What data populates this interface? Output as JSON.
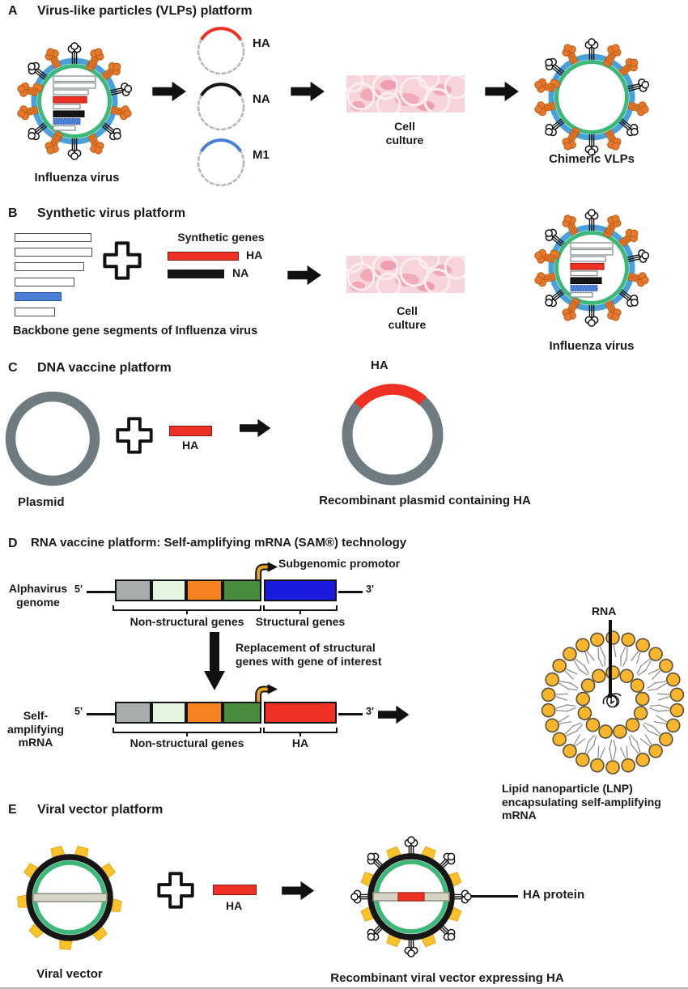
{
  "colors": {
    "accent_red": "#ee3124",
    "gene_black": "#161616",
    "gene_blue": "#4a7fd4",
    "membrane_blue": "#4aa0d8",
    "membrane_green": "#3cb878",
    "spike_orange": "#e8792c",
    "plasmid_gray": "#6e7b80",
    "vector_yellow": "#f9c22b",
    "lnp_yellow": "#f9b52b",
    "box_gray": "#a9adab",
    "box_pale_green": "#e4f5e0",
    "box_orange": "#f5821f",
    "box_dark_green": "#4a8c3f",
    "box_blue": "#1b1bdf",
    "promoter_gold": "#eaa61e"
  },
  "panels": {
    "a": {
      "label": "A",
      "title": "Virus-like particles (VLPs) platform",
      "virus_caption": "Influenza virus",
      "plasmid_labels": [
        "HA",
        "NA",
        "M1"
      ],
      "cell_culture_lines": [
        "Cell",
        "culture"
      ],
      "result_caption": "Chimeric VLPs"
    },
    "b": {
      "label": "B",
      "title": "Synthetic virus platform",
      "synthetic_genes_title": "Synthetic genes",
      "gene_labels": [
        "HA",
        "NA"
      ],
      "backbone_caption": "Backbone gene segments of Influenza virus",
      "cell_culture_lines": [
        "Cell",
        "culture"
      ],
      "result_caption": "Influenza virus"
    },
    "c": {
      "label": "C",
      "title": "DNA vaccine platform",
      "plasmid_caption": "Plasmid",
      "insert_label": "HA",
      "arc_label": "HA",
      "result_caption": "Recombinant plasmid containing HA"
    },
    "d": {
      "label": "D",
      "title": "RNA vaccine platform: Self-amplifying mRNA (SAM®) technology",
      "subgenomic_label": "Subgenomic promotor",
      "alphavirus_lines": [
        "Alphavirus",
        "genome"
      ],
      "five_prime": "5'",
      "three_prime": "3'",
      "nonstructural_label": "Non-structural genes",
      "structural_label": "Structural genes",
      "replacement_lines": [
        "Replacement of structural",
        "genes with gene of interest"
      ],
      "sam_lines": [
        "Self-amplifying",
        "mRNA"
      ],
      "ha_label": "HA",
      "rna_label": "RNA",
      "lnp_caption_lines": [
        "Lipid nanoparticle (LNP)",
        "encapsulating self-amplifying",
        "mRNA"
      ]
    },
    "e": {
      "label": "E",
      "title": "Viral vector platform",
      "vector_caption": "Viral vector",
      "insert_label": "HA",
      "ha_protein_label": "HA protein",
      "result_caption": "Recombinant viral vector expressing HA"
    }
  }
}
